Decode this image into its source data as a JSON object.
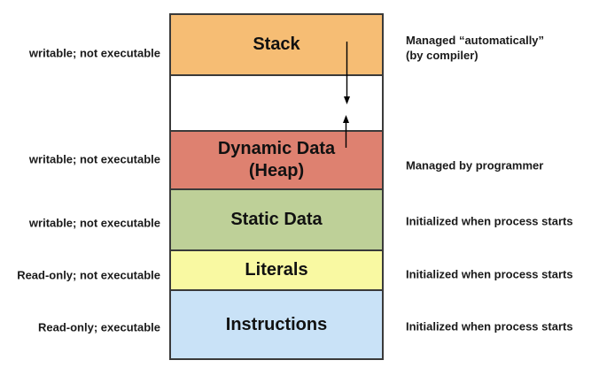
{
  "colors": {
    "stack": "#F6BD74",
    "gap": "#FFFFFF",
    "heap": "#DE8170",
    "static": "#BED098",
    "literals": "#F9F9A2",
    "instructions": "#C9E2F7",
    "border": "#3A3A3A",
    "arrow": "#000000"
  },
  "segments": {
    "stack": {
      "label": "Stack"
    },
    "gap": {
      "label": ""
    },
    "heap": {
      "label": "Dynamic Data\n(Heap)"
    },
    "static": {
      "label": "Static Data"
    },
    "literals": {
      "label": "Literals"
    },
    "instructions": {
      "label": "Instructions"
    }
  },
  "left_labels": [
    "writable; not executable",
    "writable; not executable",
    "writable; not executable",
    "Read-only; not executable",
    "Read-only; executable"
  ],
  "right_labels": [
    "Managed “automatically”\n(by compiler)",
    "Managed by programmer",
    "Initialized when process starts",
    "Initialized when process starts",
    "Initialized when process starts"
  ],
  "icons": {
    "down_arrow": "stack grows downward",
    "up_arrow": "heap grows upward"
  }
}
